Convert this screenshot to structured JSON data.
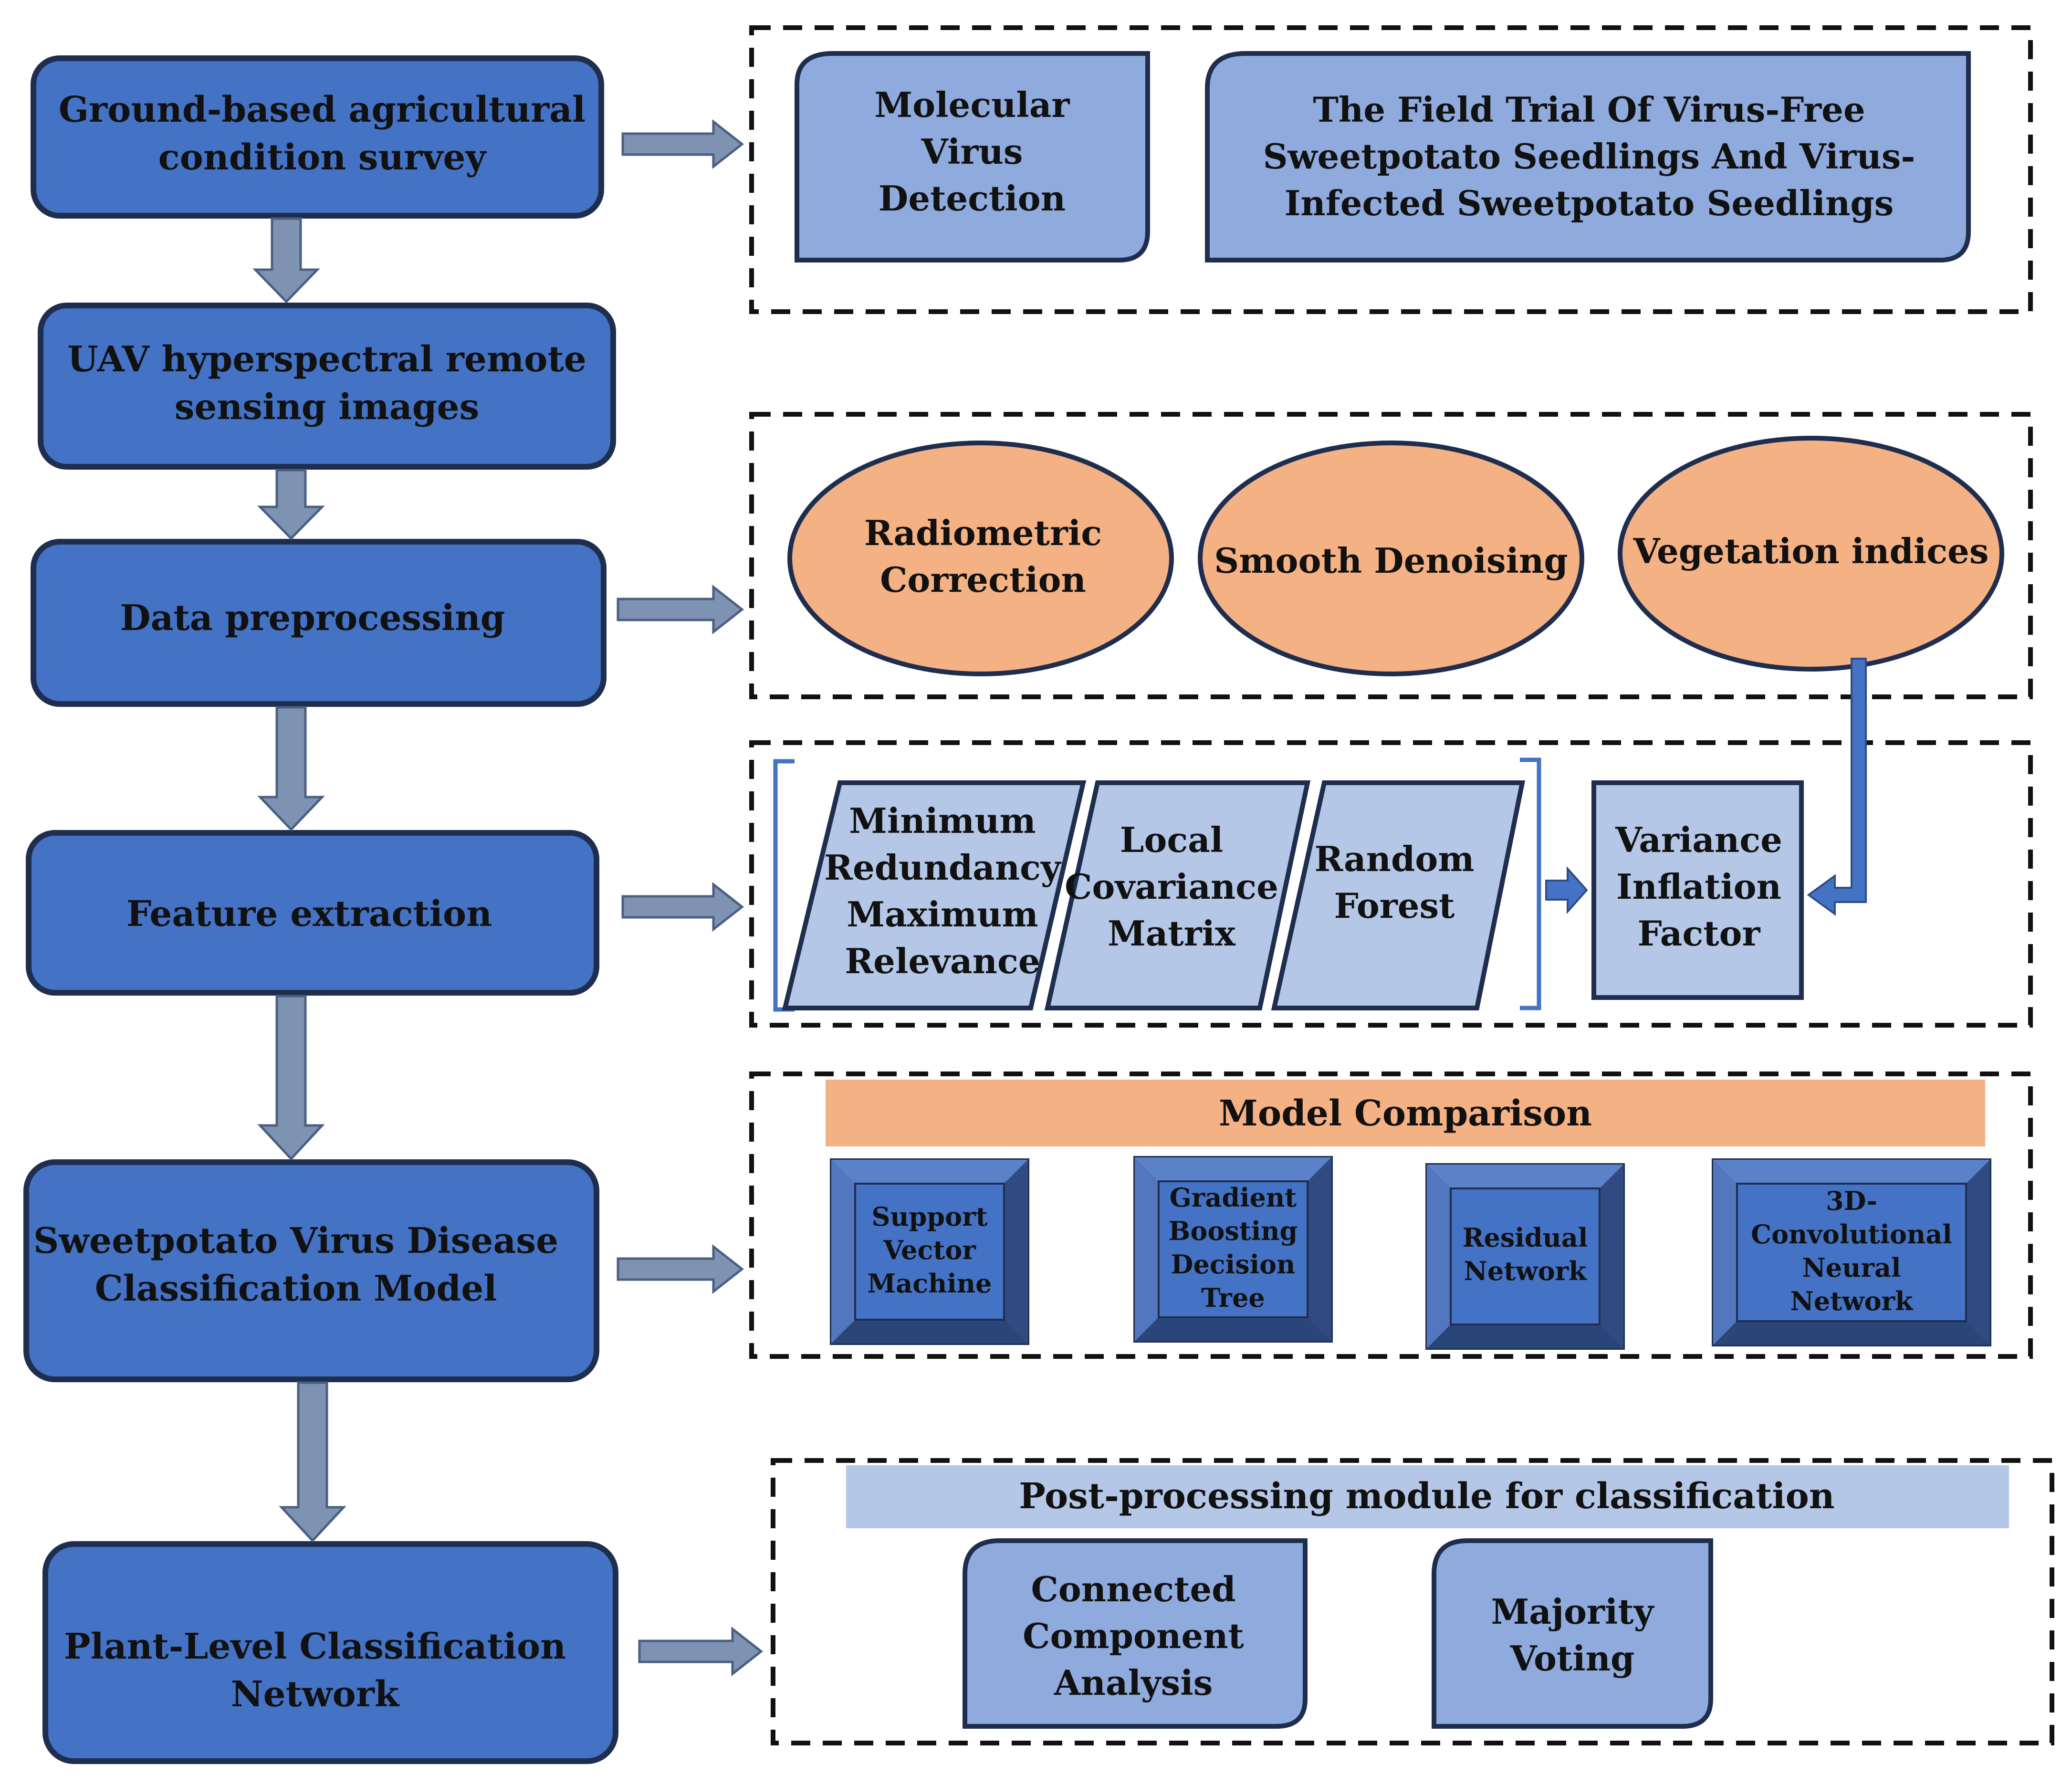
{
  "colors": {
    "main_blue": "#4472C4",
    "main_border": "#1F2E4F",
    "light_blue": "#8FAADC",
    "lighter_blue": "#B4C7E7",
    "orange": "#F4B183",
    "arrow_gray": "#7E92B1",
    "bevel_dark": "#2F4B82",
    "bevel_mid": "#3B5FA5"
  },
  "main_flow": [
    {
      "lines": [
        "Ground-based agricultural",
        "condition survey"
      ]
    },
    {
      "lines": [
        "UAV hyperspectral remote",
        "sensing images"
      ]
    },
    {
      "lines": [
        "Data preprocessing"
      ]
    },
    {
      "lines": [
        "Feature extraction"
      ]
    },
    {
      "lines": [
        "Sweetpotato Virus Disease",
        "Classification Model"
      ]
    },
    {
      "lines": [
        "Plant-Level Classification",
        "Network"
      ]
    }
  ],
  "survey_panel": {
    "items": [
      {
        "lines": [
          "Molecular",
          "Virus",
          "Detection"
        ]
      },
      {
        "lines": [
          "The Field Trial Of Virus-Free",
          "Sweetpotato Seedlings And Virus-",
          "Infected Sweetpotato Seedlings"
        ]
      }
    ]
  },
  "preprocessing_panel": {
    "items": [
      {
        "lines": [
          "Radiometric",
          "Correction"
        ]
      },
      {
        "lines": [
          "Smooth Denoising"
        ]
      },
      {
        "lines": [
          "Vegetation indices"
        ]
      }
    ]
  },
  "feature_panel": {
    "methods": [
      {
        "lines": [
          "Minimum",
          "Redundancy",
          "Maximum",
          "Relevance"
        ]
      },
      {
        "lines": [
          "Local",
          "Covariance",
          "Matrix"
        ]
      },
      {
        "lines": [
          "Random",
          "Forest"
        ]
      }
    ],
    "vif": {
      "lines": [
        "Variance",
        "Inflation",
        "Factor"
      ]
    }
  },
  "model_panel": {
    "header": "Model Comparison",
    "models": [
      {
        "lines": [
          "Support",
          "Vector",
          "Machine"
        ]
      },
      {
        "lines": [
          "Gradient",
          "Boosting",
          "Decision",
          "Tree"
        ]
      },
      {
        "lines": [
          "Residual",
          "Network"
        ]
      },
      {
        "lines": [
          "3D-",
          "Convolutional",
          "Neural",
          "Network"
        ]
      }
    ]
  },
  "postprocess_panel": {
    "header": "Post-processing module for classification",
    "items": [
      {
        "lines": [
          "Connected",
          "Component",
          "Analysis"
        ]
      },
      {
        "lines": [
          "Majority",
          "Voting"
        ]
      }
    ]
  }
}
